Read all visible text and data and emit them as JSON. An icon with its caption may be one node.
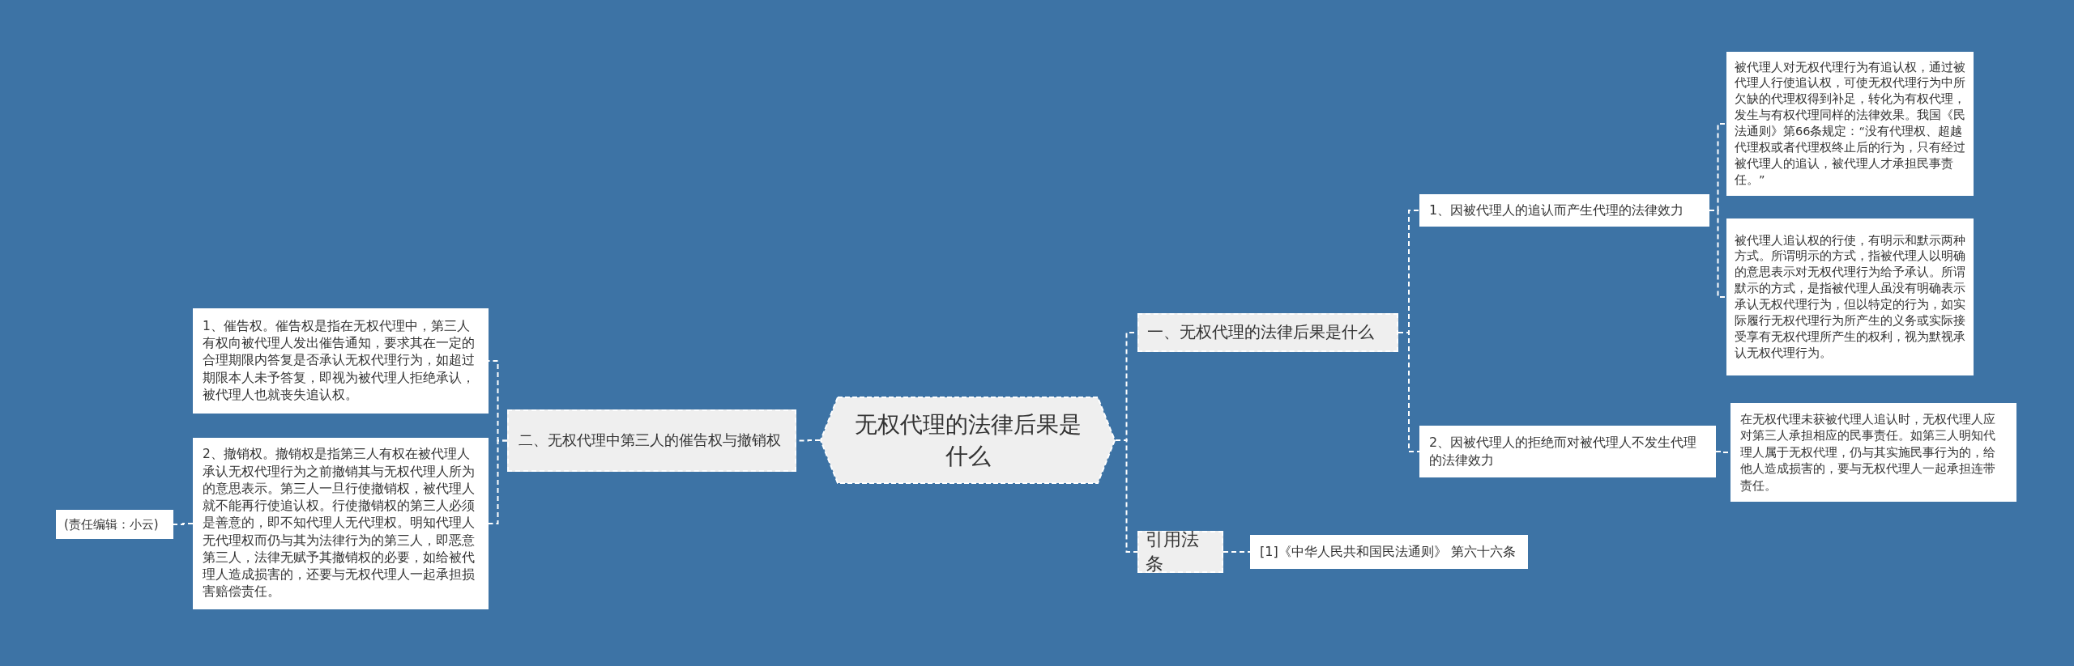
{
  "diagram": {
    "nodes": [
      {
        "text": [
          "无权代理的法律后果是什么"
        ]
      },
      {
        "text": [
          "一、无权代理的法律后果是什么"
        ]
      },
      {
        "text": [
          "1、因被代理人的追认而产生代理的法律效力"
        ]
      },
      {
        "text": [
          "被代理人对无权代理行为有追认权，通过被代理人行使追认权，可使无权代理行为中所欠缺的代理权得到补足，转化为有权代理，发生与有权代理同样的法律效果。我国《民法通则》第66条规定：“没有代理权、超越代理权或者代理权终止后的行为，只有经过被代理人的追认，被代理人才承担民事责任。”"
        ]
      },
      {
        "text": [
          "被代理人追认权的行使，有明示和默示两种方式。所谓明示的方式，指被代理人以明确的意思表示对无权代理行为给予承认。所谓默示的方式，是指被代理人虽没有明确表示承认无权代理行为，但以特定的行为，如实际履行无权代理行为所产生的义务或实际接受享有无权代理所产生的权利，视为默视承认无权代理行为。"
        ]
      },
      {
        "text": [
          "2、因被代理人的拒绝而对被代理人不发生代理的法律效力"
        ]
      },
      {
        "text": [
          "在无权代理未获被代理人追认时，无权代理人应对第三人承担相应的民事责任。如第三人明知代理人属于无权代理，仍与其实施民事行为的，给他人造成损害的，要与无权代理人一起承担连带责任。"
        ]
      },
      {
        "text": [
          "引用法条"
        ]
      },
      {
        "text": [
          "[1]《中华人民共和国民法通则》 第六十六条"
        ]
      },
      {
        "text": [
          "二、无权代理中第三人的催告权与撤销权"
        ]
      },
      {
        "text": [
          "1、催告权。催告权是指在无权代理中，第三人有权向被代理人发出催告通知，要求其在一定的合理期限内答复是否承认无权代理行为，如超过期限本人未予答复，即视为被代理人拒绝承认，被代理人也就丧失追认权。"
        ]
      },
      {
        "text": [
          "2、撤销权。撤销权是指第三人有权在被代理人承认无权代理行为之前撤销其与无权代理人所为的意思表示。第三人一旦行使撤销权，被代理人就不能再行使追认权。行使撤销权的第三人必须是善意的，即不知代理人无代理权。明知代理人无代理权而仍与其为法律行为的第三人，即恶意第三人，法律无赋予其撤销权的必要，如给被代理人造成损害的，还要与无权代理人一起承担损害赔偿责任。"
        ]
      },
      {
        "text": [
          "(责任编辑：小云)"
        ]
      }
    ],
    "edges": [
      {
        "from": 0,
        "to": 1,
        "arrow": "none"
      },
      {
        "from": 1,
        "to": 2,
        "arrow": "none"
      },
      {
        "from": 2,
        "to": 3,
        "arrow": "none"
      },
      {
        "from": 2,
        "to": 4,
        "arrow": "none"
      },
      {
        "from": 1,
        "to": 5,
        "arrow": "none"
      },
      {
        "from": 5,
        "to": 6,
        "arrow": "none"
      },
      {
        "from": 0,
        "to": 7,
        "arrow": "none"
      },
      {
        "from": 7,
        "to": 8,
        "arrow": "none"
      },
      {
        "from": 0,
        "to": 9,
        "arrow": "none"
      },
      {
        "from": 9,
        "to": 10,
        "arrow": "none"
      },
      {
        "from": 9,
        "to": 11,
        "arrow": "none"
      },
      {
        "from": 11,
        "to": 12,
        "arrow": "none"
      }
    ]
  }
}
